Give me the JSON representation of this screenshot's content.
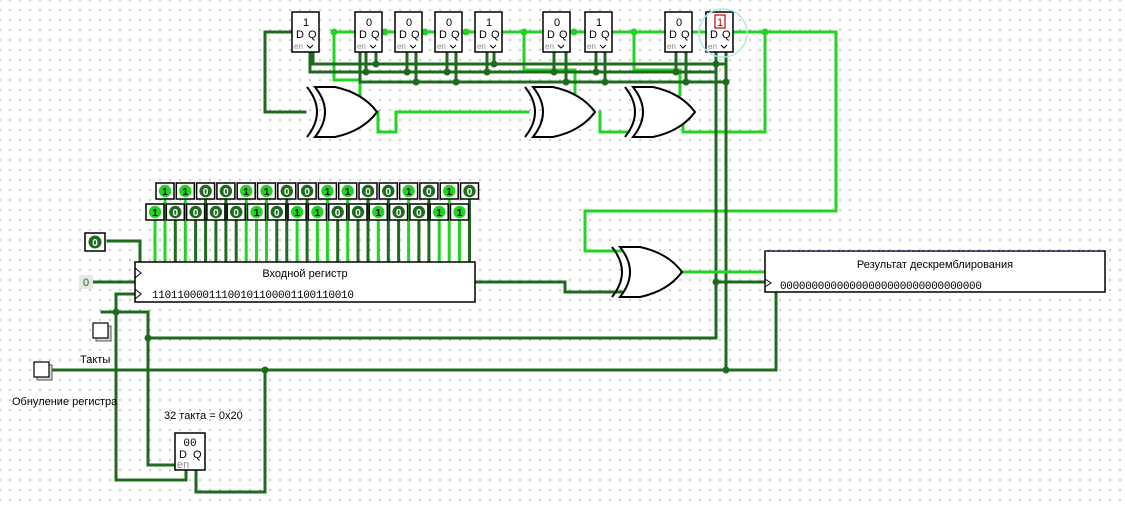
{
  "registers": {
    "input_label": "Входной регистр",
    "input_bits": "11011000011100101100001100110010",
    "result_label": "Результат дескремблирования",
    "result_bits": "00000000000000000000000000000000"
  },
  "bit_buttons": {
    "top_row": [
      "1",
      "1",
      "0",
      "0",
      "1",
      "1",
      "0",
      "0",
      "1",
      "1",
      "0",
      "0",
      "1",
      "0",
      "1",
      "0"
    ],
    "bottom_row": [
      "1",
      "0",
      "0",
      "0",
      "0",
      "1",
      "0",
      "1",
      "1",
      "0",
      "0",
      "1",
      "0",
      "0",
      "1",
      "1"
    ]
  },
  "shift_flipflops": {
    "values": [
      "1",
      "0",
      "0",
      "0",
      "1",
      "0",
      "1",
      "0",
      "1"
    ],
    "d_label": "D",
    "q_label": "Q",
    "en_label": "en"
  },
  "counter": {
    "caption": "32 такта = 0x20",
    "value": "00",
    "d_label": "D",
    "q_label": "Q",
    "en_label": "en"
  },
  "inputs": {
    "enable_pin": "0",
    "constant_value": "0",
    "clock_label": "Такты",
    "reset_label": "Обнуление регистра"
  },
  "colors": {
    "wire_dark": "#1e6b1e",
    "wire_bright": "#21d421",
    "highlight": "#cc0000"
  }
}
